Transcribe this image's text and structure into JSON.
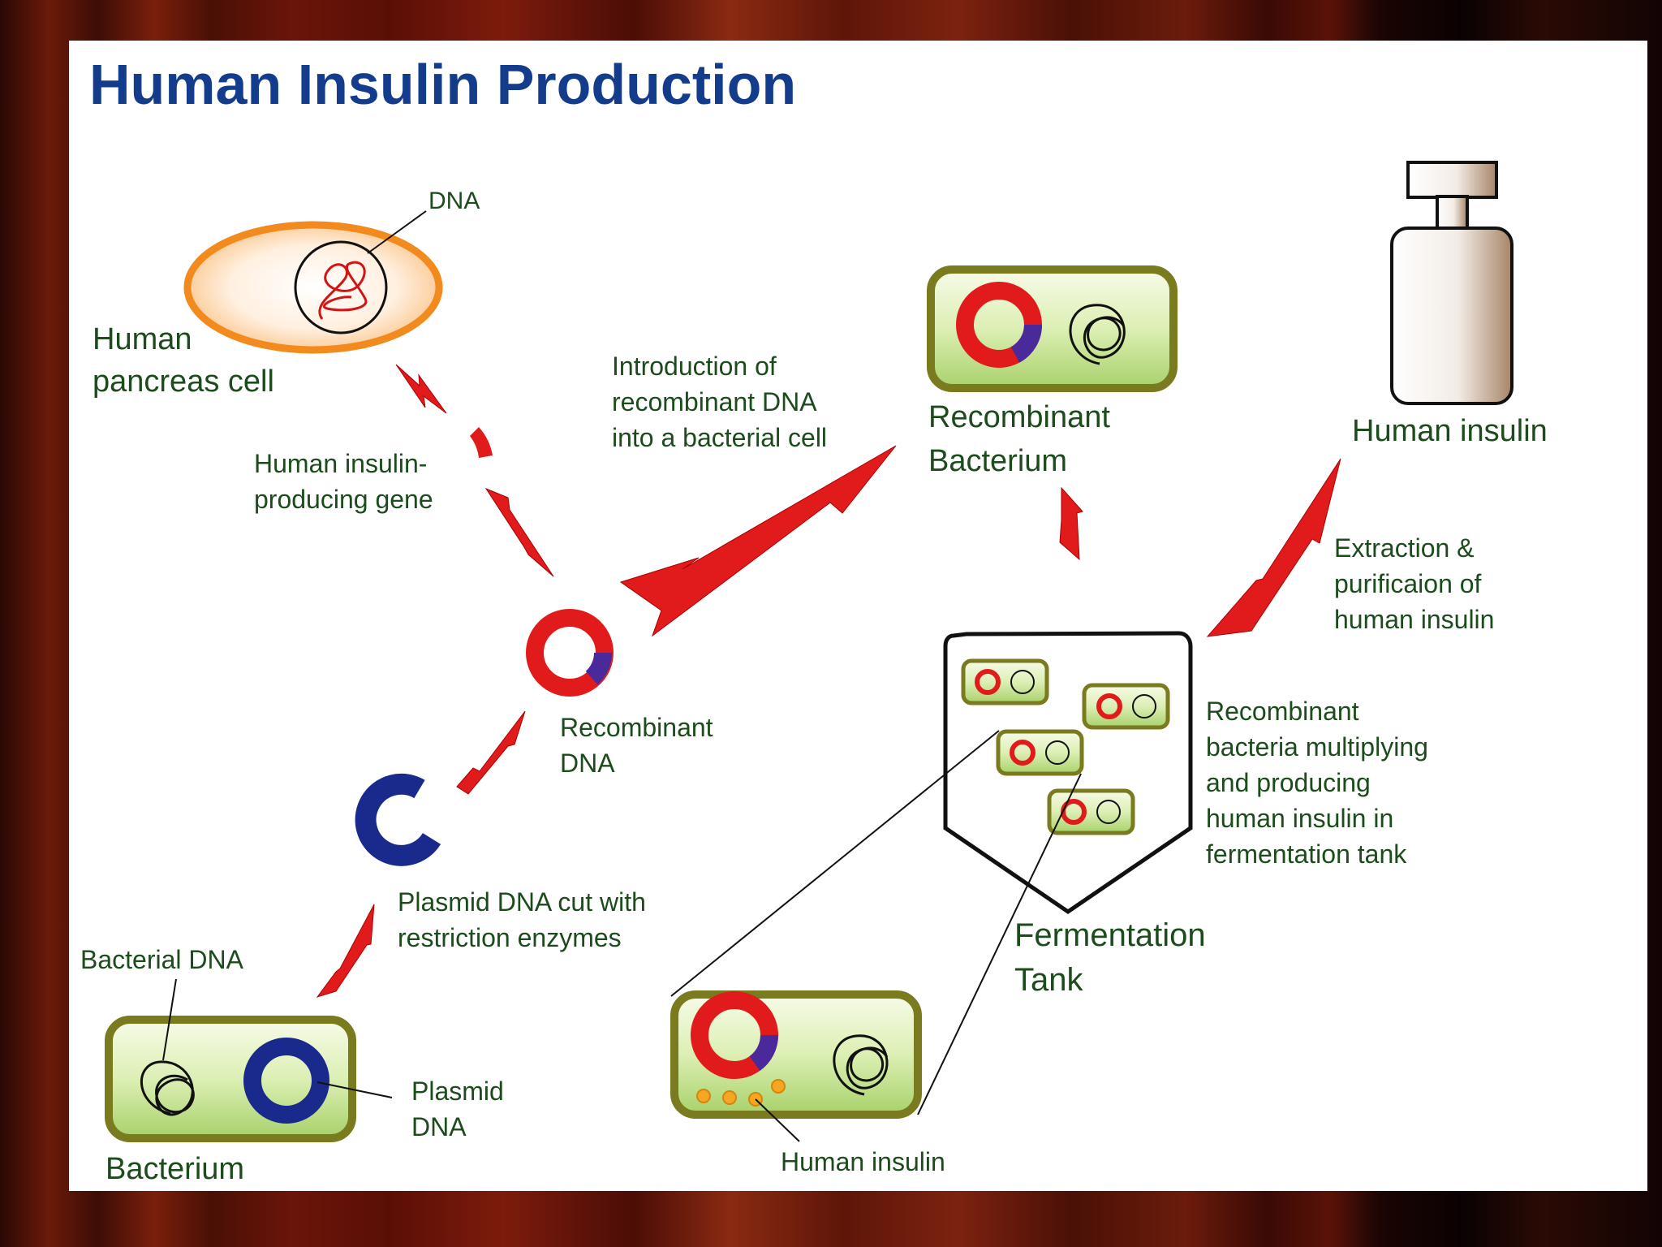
{
  "title": "Human Insulin Production",
  "labels": {
    "dna": "DNA",
    "pancreas_cell_1": "Human",
    "pancreas_cell_2": "pancreas cell",
    "gene_1": "Human insulin-",
    "gene_2": "producing gene",
    "recombinant_dna_1": "Recombinant",
    "recombinant_dna_2": "DNA",
    "plasmid_cut_1": "Plasmid DNA cut with",
    "plasmid_cut_2": "restriction enzymes",
    "bacterial_dna": "Bacterial DNA",
    "plasmid_dna_1": "Plasmid",
    "plasmid_dna_2": "DNA",
    "bacterium": "Bacterium",
    "introduction_1": "Introduction of",
    "introduction_2": "recombinant DNA",
    "introduction_3": "into a bacterial cell",
    "recombinant_bacterium_1": "Recombinant",
    "recombinant_bacterium_2": "Bacterium",
    "human_insulin_bottle": "Human insulin",
    "extraction_1": "Extraction &",
    "extraction_2": "purificaion of",
    "extraction_3": "human insulin",
    "multiplying_1": "Recombinant",
    "multiplying_2": "bacteria multiplying",
    "multiplying_3": "and producing",
    "multiplying_4": "human insulin in",
    "multiplying_5": "fermentation tank",
    "fermentation_1": "Fermentation",
    "fermentation_2": "Tank",
    "human_insulin_zoom": "Human insulin"
  },
  "colors": {
    "title": "#133d8c",
    "label": "#1c4b1c",
    "arrow": "#e11b1b",
    "plasmid": "#1a2a8c",
    "gene": "#e11b1b",
    "bacterium_border": "#7a7a1e",
    "cell_border": "#f28a1e",
    "insulin_granule": "#f5a623"
  }
}
